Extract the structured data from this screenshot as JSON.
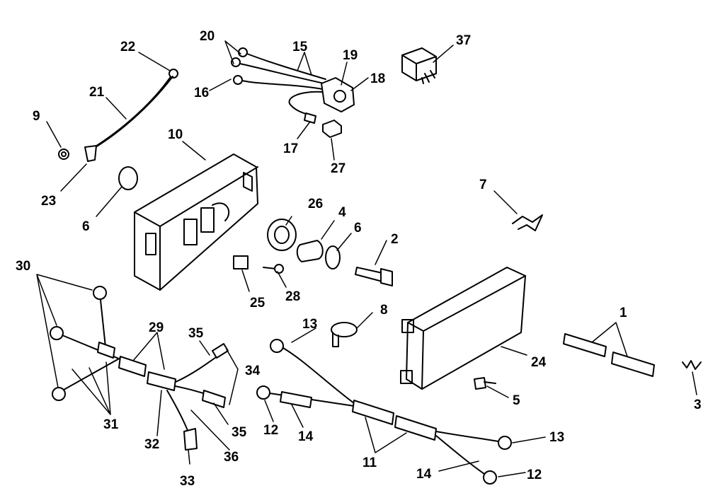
{
  "callouts": {
    "c1": "1",
    "c2": "2",
    "c3": "3",
    "c4": "4",
    "c5": "5",
    "c6a": "6",
    "c6b": "6",
    "c7": "7",
    "c8": "8",
    "c9": "9",
    "c10": "10",
    "c11": "11",
    "c12a": "12",
    "c12b": "12",
    "c13a": "13",
    "c13b": "13",
    "c14a": "14",
    "c14b": "14",
    "c15": "15",
    "c16": "16",
    "c17": "17",
    "c18": "18",
    "c19": "19",
    "c20": "20",
    "c21": "21",
    "c22": "22",
    "c23": "23",
    "c24": "24",
    "c25": "25",
    "c26": "26",
    "c27": "27",
    "c28": "28",
    "c29": "29",
    "c30": "30",
    "c31": "31",
    "c32": "32",
    "c33": "33",
    "c34": "34",
    "c35a": "35",
    "c35b": "35",
    "c36": "36",
    "c37": "37"
  }
}
